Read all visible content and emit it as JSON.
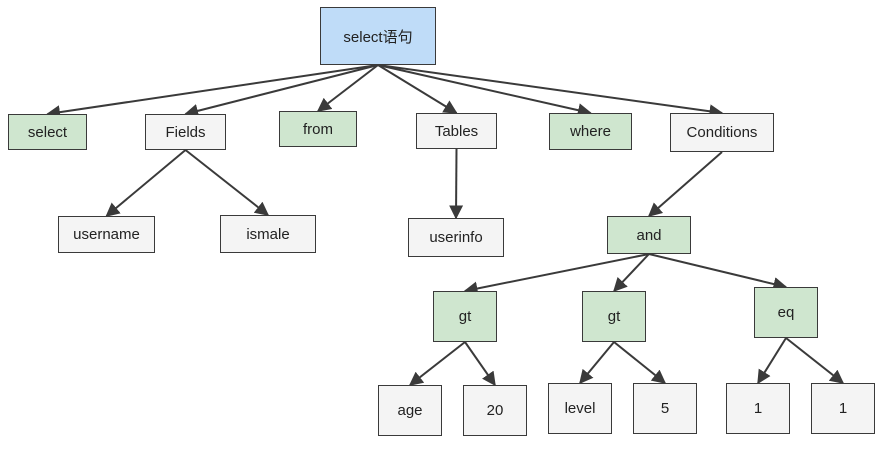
{
  "colors": {
    "root_fill": "#bfdcf8",
    "keyword_fill": "#cfe6cf",
    "plain_fill": "#f4f4f4",
    "border": "#3a3a3a",
    "edge": "#3a3a3a"
  },
  "nodes": [
    {
      "id": "root",
      "label": "select语句",
      "style": "root"
    },
    {
      "id": "select",
      "label": "select",
      "style": "keyword"
    },
    {
      "id": "fields",
      "label": "Fields",
      "style": "plain"
    },
    {
      "id": "from",
      "label": "from",
      "style": "keyword"
    },
    {
      "id": "tables",
      "label": "Tables",
      "style": "plain"
    },
    {
      "id": "where",
      "label": "where",
      "style": "keyword"
    },
    {
      "id": "conditions",
      "label": "Conditions",
      "style": "plain"
    },
    {
      "id": "username",
      "label": "username",
      "style": "plain"
    },
    {
      "id": "ismale",
      "label": "ismale",
      "style": "plain"
    },
    {
      "id": "userinfo",
      "label": "userinfo",
      "style": "plain"
    },
    {
      "id": "and",
      "label": "and",
      "style": "keyword"
    },
    {
      "id": "gt1",
      "label": "gt",
      "style": "keyword"
    },
    {
      "id": "gt2",
      "label": "gt",
      "style": "keyword"
    },
    {
      "id": "eq",
      "label": "eq",
      "style": "keyword"
    },
    {
      "id": "age",
      "label": "age",
      "style": "plain"
    },
    {
      "id": "v20",
      "label": "20",
      "style": "plain"
    },
    {
      "id": "level",
      "label": "level",
      "style": "plain"
    },
    {
      "id": "v5",
      "label": "5",
      "style": "plain"
    },
    {
      "id": "one_a",
      "label": "1",
      "style": "plain"
    },
    {
      "id": "one_b",
      "label": "1",
      "style": "plain"
    }
  ],
  "edges": [
    [
      "root",
      "select"
    ],
    [
      "root",
      "fields"
    ],
    [
      "root",
      "from"
    ],
    [
      "root",
      "tables"
    ],
    [
      "root",
      "where"
    ],
    [
      "root",
      "conditions"
    ],
    [
      "fields",
      "username"
    ],
    [
      "fields",
      "ismale"
    ],
    [
      "tables",
      "userinfo"
    ],
    [
      "conditions",
      "and"
    ],
    [
      "and",
      "gt1"
    ],
    [
      "and",
      "gt2"
    ],
    [
      "and",
      "eq"
    ],
    [
      "gt1",
      "age"
    ],
    [
      "gt1",
      "v20"
    ],
    [
      "gt2",
      "level"
    ],
    [
      "gt2",
      "v5"
    ],
    [
      "eq",
      "one_a"
    ],
    [
      "eq",
      "one_b"
    ]
  ]
}
